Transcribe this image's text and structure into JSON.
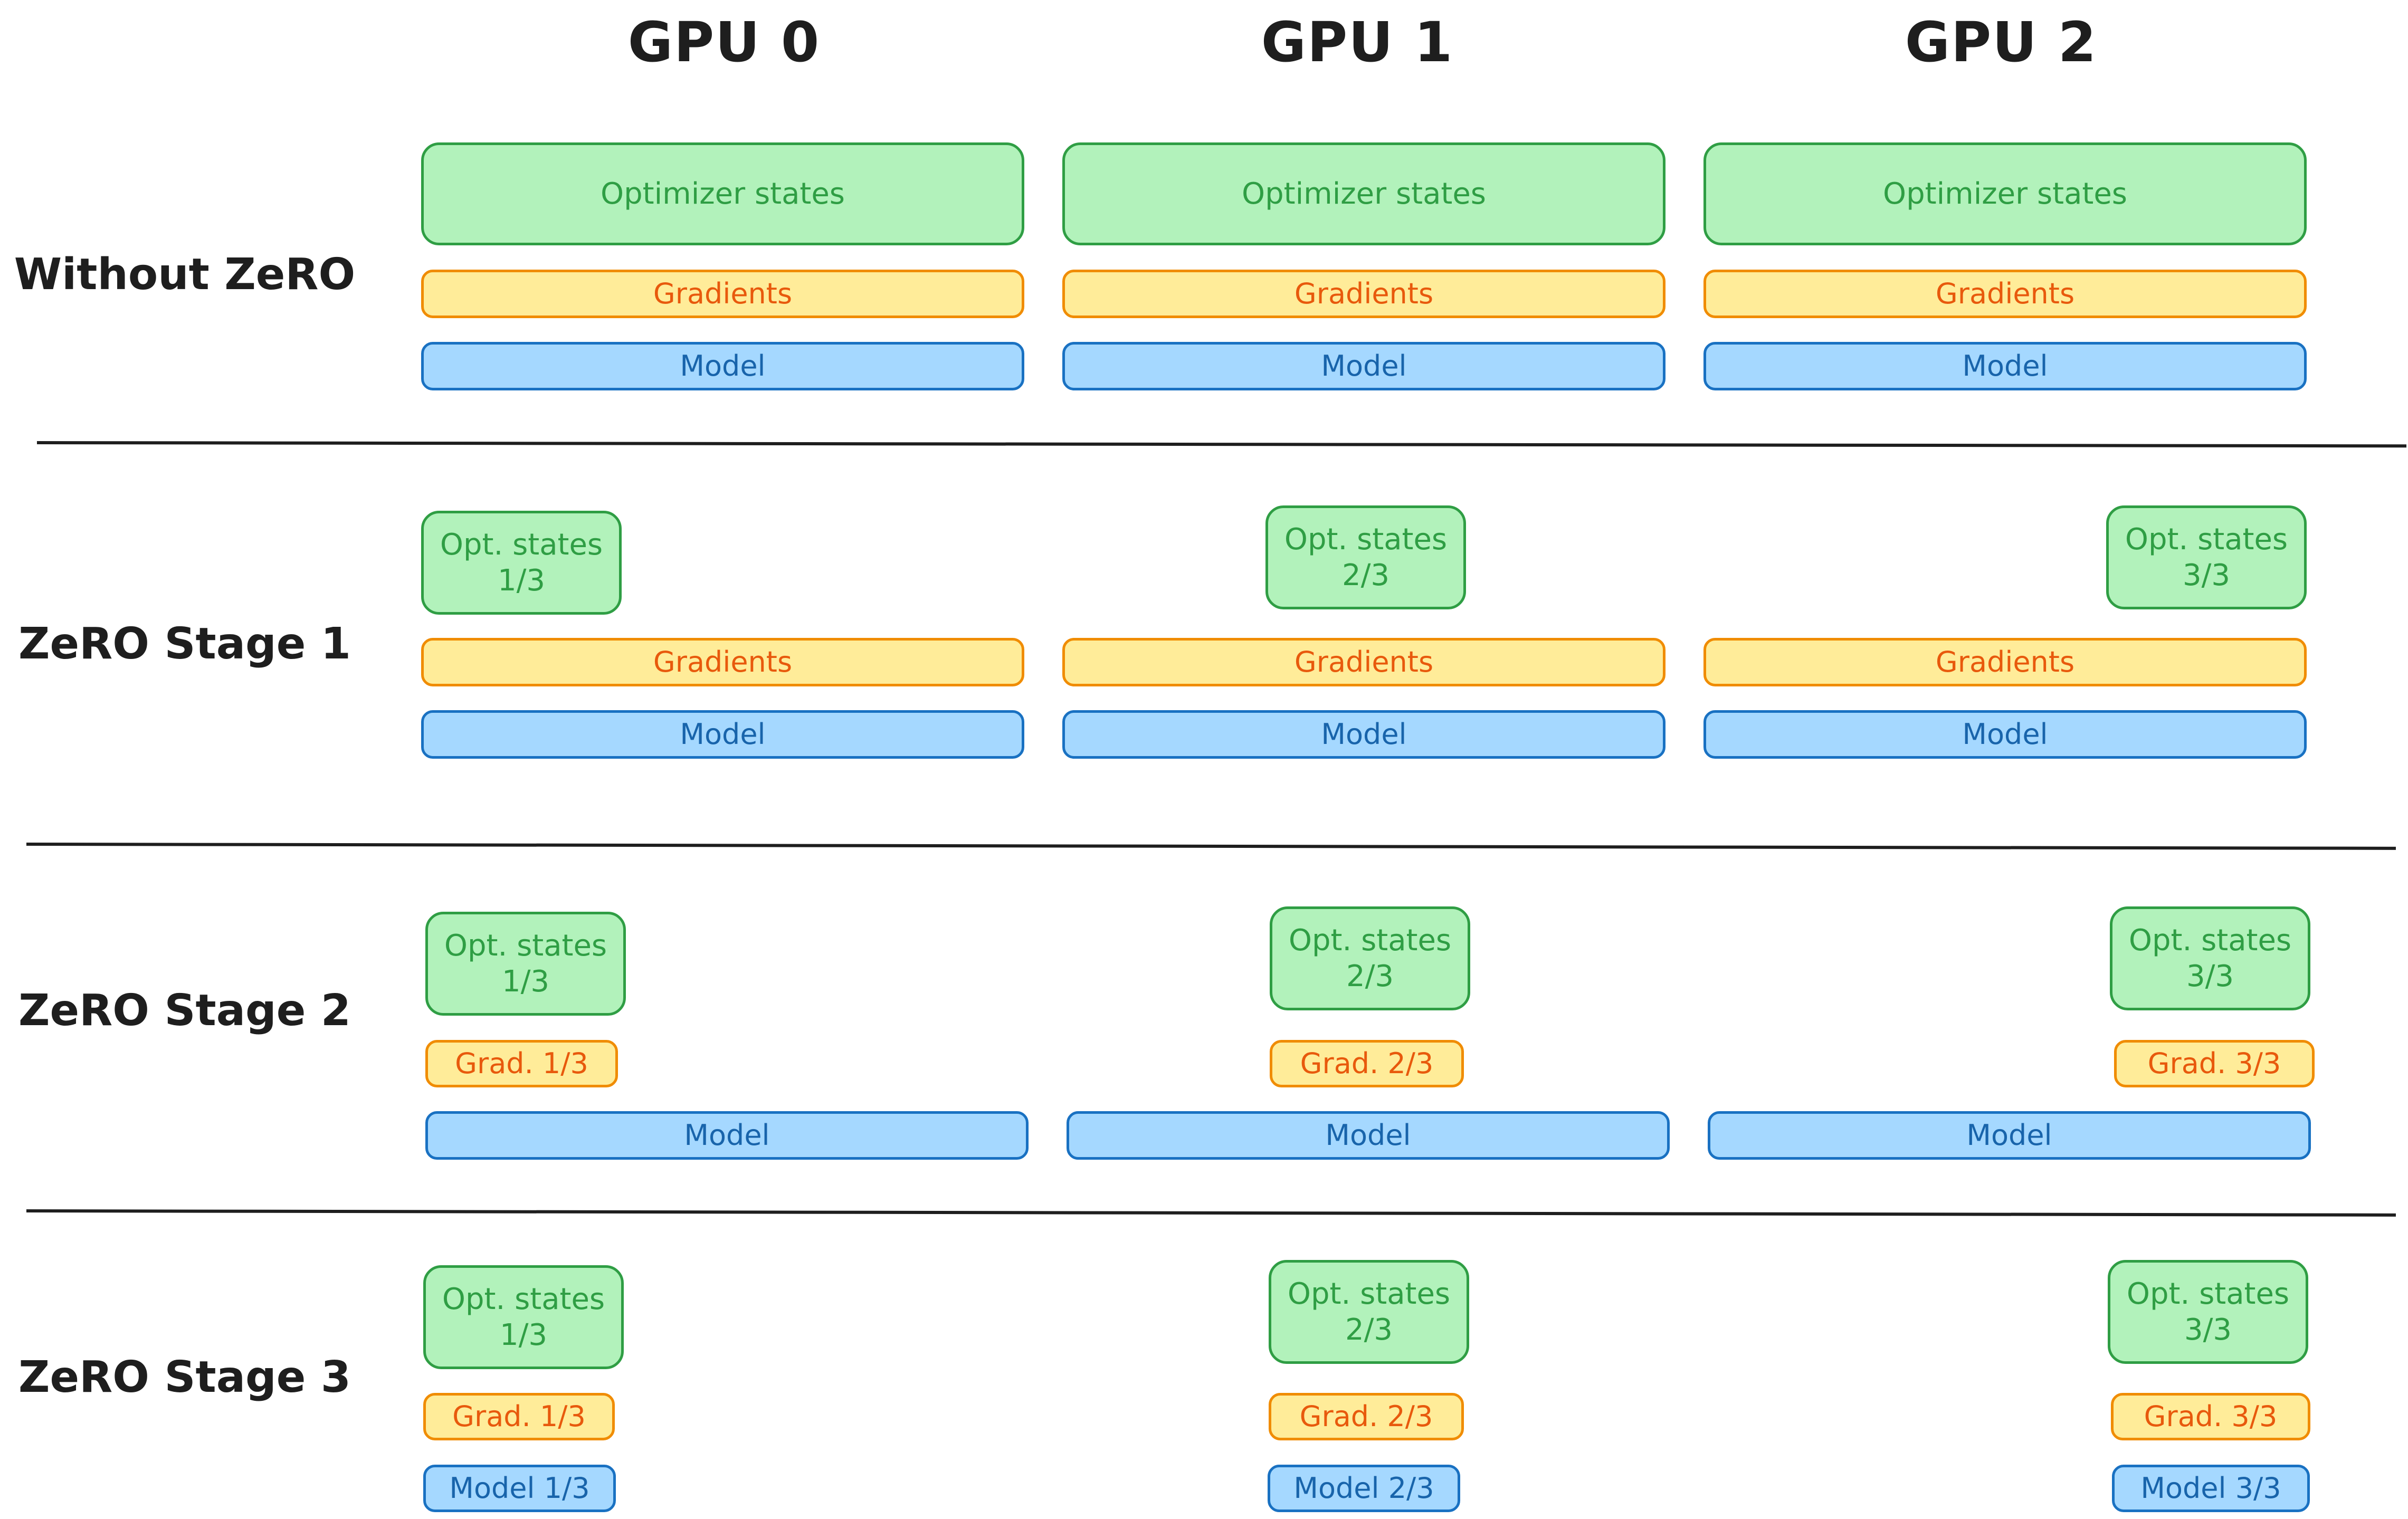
{
  "gpu_headers": [
    "GPU 0",
    "GPU 1",
    "GPU 2"
  ],
  "rows": [
    {
      "label": "Without ZeRO",
      "optimizer": [
        "Optimizer states",
        "Optimizer states",
        "Optimizer states"
      ],
      "gradients": [
        "Gradients",
        "Gradients",
        "Gradients"
      ],
      "model": [
        "Model",
        "Model",
        "Model"
      ]
    },
    {
      "label": "ZeRO Stage 1",
      "optimizer": [
        "Opt. states\n1/3",
        "Opt. states\n2/3",
        "Opt. states\n3/3"
      ],
      "gradients": [
        "Gradients",
        "Gradients",
        "Gradients"
      ],
      "model": [
        "Model",
        "Model",
        "Model"
      ]
    },
    {
      "label": "ZeRO Stage 2",
      "optimizer": [
        "Opt. states\n1/3",
        "Opt. states\n2/3",
        "Opt. states\n3/3"
      ],
      "gradients": [
        "Grad. 1/3",
        "Grad. 2/3",
        "Grad. 3/3"
      ],
      "model": [
        "Model",
        "Model",
        "Model"
      ]
    },
    {
      "label": "ZeRO Stage 3",
      "optimizer": [
        "Opt. states\n1/3",
        "Opt. states\n2/3",
        "Opt. states\n3/3"
      ],
      "gradients": [
        "Grad. 1/3",
        "Grad. 2/3",
        "Grad. 3/3"
      ],
      "model": [
        "Model 1/3",
        "Model 2/3",
        "Model 3/3"
      ]
    }
  ],
  "colors": {
    "optimizer_fill": "#b2f2bb",
    "optimizer_stroke": "#2f9e44",
    "gradients_fill": "#ffec99",
    "gradients_stroke": "#f08c00",
    "model_fill": "#a5d8ff",
    "model_stroke": "#1971c2",
    "text": "#1e1e1e"
  }
}
